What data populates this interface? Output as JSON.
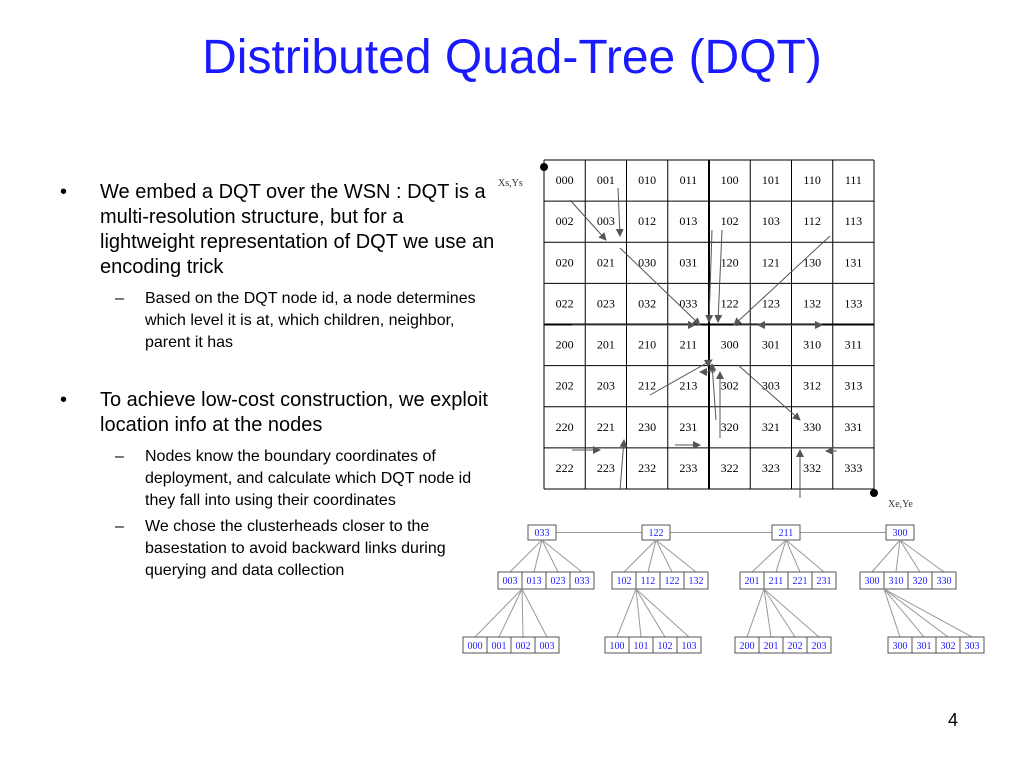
{
  "slide": {
    "title": "Distributed Quad-Tree (DQT)",
    "page_number": "4",
    "bullets": [
      {
        "text": "We embed a DQT over the WSN : DQT is a multi-resolution structure, but for  a lightweight representation of DQT we use an encoding trick",
        "subs": [
          "Based on the DQT node id, a node determines which level it is at, which children, neighbor, parent it has"
        ]
      },
      {
        "text": "To achieve low-cost construction, we exploit location info at the nodes",
        "subs": [
          "Nodes know the boundary coordinates of deployment, and calculate which DQT node id they fall into using their coordinates",
          "We chose the clusterheads closer to the basestation to avoid backward links during querying and data collection"
        ]
      }
    ],
    "bullet_mark": "•",
    "sub_mark": "–"
  },
  "grid": {
    "corner_start": "Xs,Ys",
    "corner_end": "Xe,Ye",
    "rows": [
      [
        "000",
        "001",
        "010",
        "011",
        "100",
        "101",
        "110",
        "111"
      ],
      [
        "002",
        "003",
        "012",
        "013",
        "102",
        "103",
        "112",
        "113"
      ],
      [
        "020",
        "021",
        "030",
        "031",
        "120",
        "121",
        "130",
        "131"
      ],
      [
        "022",
        "023",
        "032",
        "033",
        "122",
        "123",
        "132",
        "133"
      ],
      [
        "200",
        "201",
        "210",
        "211",
        "300",
        "301",
        "310",
        "311"
      ],
      [
        "202",
        "203",
        "212",
        "213",
        "302",
        "303",
        "312",
        "313"
      ],
      [
        "220",
        "221",
        "230",
        "231",
        "320",
        "321",
        "330",
        "331"
      ],
      [
        "222",
        "223",
        "232",
        "233",
        "322",
        "323",
        "332",
        "333"
      ]
    ]
  },
  "tree": {
    "top": [
      "033",
      "122",
      "211",
      "300"
    ],
    "mid": [
      [
        "003",
        "013",
        "023",
        "033"
      ],
      [
        "102",
        "112",
        "122",
        "132"
      ],
      [
        "201",
        "211",
        "221",
        "231"
      ],
      [
        "300",
        "310",
        "320",
        "330"
      ]
    ],
    "bottom": [
      [
        "000",
        "001",
        "002",
        "003"
      ],
      [
        "100",
        "101",
        "102",
        "103"
      ],
      [
        "200",
        "201",
        "202",
        "203"
      ],
      [
        "300",
        "301",
        "302",
        "303"
      ]
    ]
  },
  "colors": {
    "title": "#1a1aff",
    "tree_text": "#1a1aff",
    "grid_line": "#000000"
  }
}
